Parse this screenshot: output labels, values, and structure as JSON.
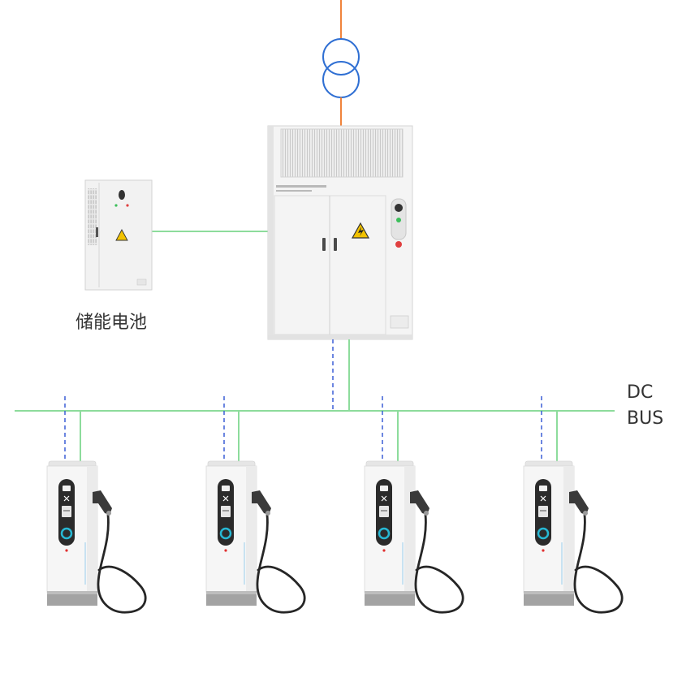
{
  "diagram": {
    "battery_label": "储能电池",
    "bus_label_line1": "DC",
    "bus_label_line2": "BUS"
  },
  "colors": {
    "ac_line": "#f0843c",
    "transformer": "#2f6fd3",
    "dc_bus": "#8ddc9c",
    "comm_line": "#3b5fd6",
    "warning": "#f2c200",
    "indicator_ring": "#27b8d4",
    "charger_base": "#a3a3a3"
  },
  "icons": {
    "transformer": "transformer-icon",
    "power_cabinet": "power-cabinet-icon",
    "battery_cabinet": "battery-cabinet-icon",
    "charger": "charger-icon",
    "warning": "high-voltage-warning-icon"
  }
}
